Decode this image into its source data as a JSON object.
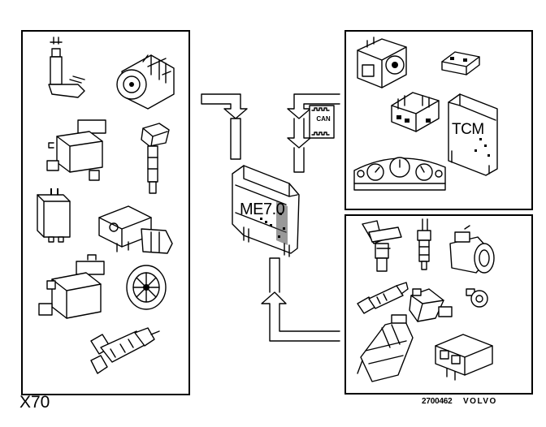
{
  "figure_label": "X70",
  "figure_number": "2700462",
  "brand": "VOLVO",
  "ecu_label": "ME7.0",
  "tcm_label": "TCM",
  "can_label": "CAN"
}
